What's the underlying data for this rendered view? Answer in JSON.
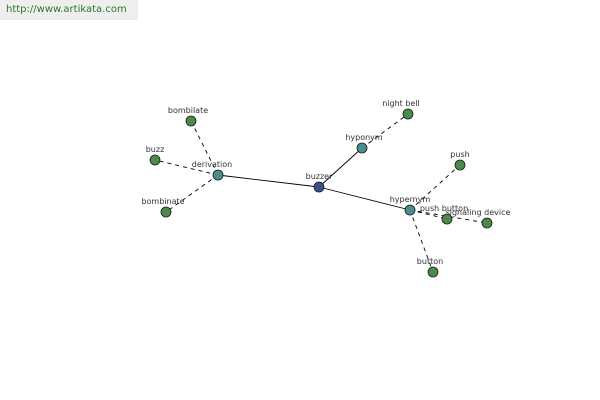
{
  "header": {
    "url": "http://www.artikata.com"
  },
  "colors": {
    "center_node": "#3a4f8f",
    "relation_node": "#4a8f8f",
    "word_node": "#4a8a4a",
    "solid_edge": "#000000",
    "dashed_edge": "#000000"
  },
  "graph": {
    "nodes": [
      {
        "id": "buzzer",
        "label": "buzzer",
        "kind": "center"
      },
      {
        "id": "derivation",
        "label": "derivation",
        "kind": "relation"
      },
      {
        "id": "hyponym",
        "label": "hyponym",
        "kind": "relation"
      },
      {
        "id": "hypernym",
        "label": "hypernym",
        "kind": "relation"
      },
      {
        "id": "bombilate",
        "label": "bombilate",
        "kind": "word"
      },
      {
        "id": "buzz",
        "label": "buzz",
        "kind": "word"
      },
      {
        "id": "bombinate",
        "label": "bombinate",
        "kind": "word"
      },
      {
        "id": "night_bell",
        "label": "night bell",
        "kind": "word"
      },
      {
        "id": "push",
        "label": "push",
        "kind": "word"
      },
      {
        "id": "push_button",
        "label": "push button",
        "kind": "word"
      },
      {
        "id": "signaling_device",
        "label": "signaling device",
        "kind": "word"
      },
      {
        "id": "button",
        "label": "button",
        "kind": "word"
      }
    ],
    "edges": [
      {
        "from": "buzzer",
        "to": "derivation",
        "style": "solid"
      },
      {
        "from": "buzzer",
        "to": "hyponym",
        "style": "solid"
      },
      {
        "from": "buzzer",
        "to": "hypernym",
        "style": "solid"
      },
      {
        "from": "derivation",
        "to": "bombilate",
        "style": "dashed"
      },
      {
        "from": "derivation",
        "to": "buzz",
        "style": "dashed"
      },
      {
        "from": "derivation",
        "to": "bombinate",
        "style": "dashed"
      },
      {
        "from": "hyponym",
        "to": "night_bell",
        "style": "dashed"
      },
      {
        "from": "hypernym",
        "to": "push",
        "style": "dashed"
      },
      {
        "from": "hypernym",
        "to": "push_button",
        "style": "dashed"
      },
      {
        "from": "hypernym",
        "to": "signaling_device",
        "style": "dashed"
      },
      {
        "from": "hypernym",
        "to": "button",
        "style": "dashed"
      }
    ]
  }
}
